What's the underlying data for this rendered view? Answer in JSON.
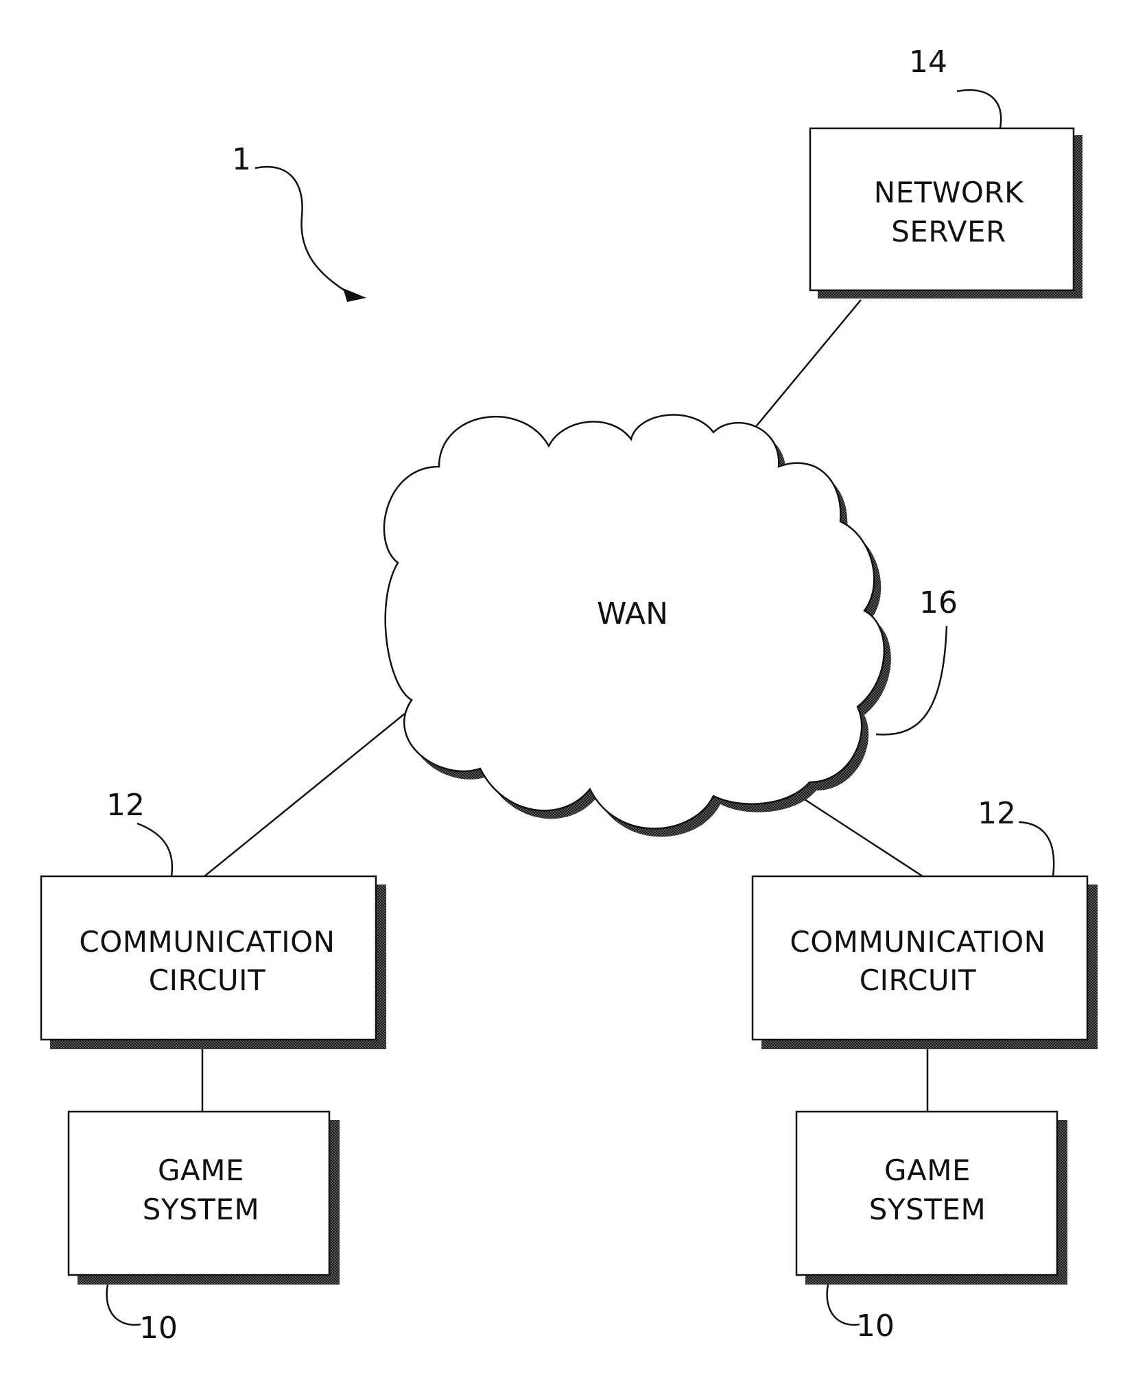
{
  "figure_ref": "1",
  "network_server": {
    "lines": [
      "NETWORK",
      "SERVER"
    ],
    "ref": "14"
  },
  "wan": {
    "label": "WAN",
    "ref": "16"
  },
  "left_comm": {
    "lines": [
      "COMMUNICATION",
      "CIRCUIT"
    ],
    "ref": "12"
  },
  "right_comm": {
    "lines": [
      "COMMUNICATION",
      "CIRCUIT"
    ],
    "ref": "12"
  },
  "left_game": {
    "lines": [
      "GAME",
      "SYSTEM"
    ],
    "ref": "10"
  },
  "right_game": {
    "lines": [
      "GAME",
      "SYSTEM"
    ],
    "ref": "10"
  }
}
